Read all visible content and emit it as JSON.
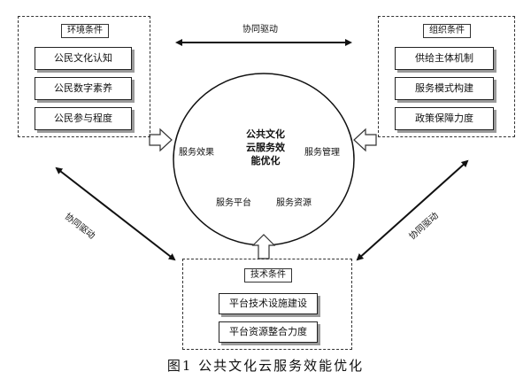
{
  "diagram": {
    "core_label": "公共文化\n云服务效\n能优化",
    "ring_labels": {
      "service_effect": "服务效果",
      "service_management": "服务管理",
      "service_platform": "服务平台",
      "service_resources": "服务资源"
    },
    "environment": {
      "title": "环境条件",
      "items": [
        "公民文化认知",
        "公民数字素养",
        "公民参与程度"
      ]
    },
    "organization": {
      "title": "组织条件",
      "items": [
        "供给主体机制",
        "服务模式构建",
        "政策保障力度"
      ]
    },
    "technology": {
      "title": "技术条件",
      "items": [
        "平台技术设施建设",
        "平台资源整合力度"
      ]
    },
    "drive_labels": {
      "top": "协同驱动",
      "left": "协同驱动",
      "right": "协同驱动"
    }
  },
  "caption": "图1  公共文化云服务效能优化"
}
